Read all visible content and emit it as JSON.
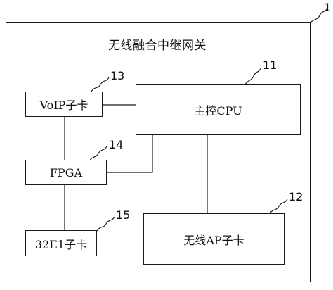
{
  "diagram": {
    "title": "无线融合中继网关",
    "ref_gateway": "1",
    "blocks": {
      "cpu": {
        "label": "主控CPU",
        "ref": "11"
      },
      "wifi": {
        "label": "无线AP子卡",
        "ref": "12"
      },
      "voip": {
        "label": "VoIP子卡",
        "ref": "13"
      },
      "fpga": {
        "label": "FPGA",
        "ref": "14"
      },
      "e1": {
        "label": "32E1子卡",
        "ref": "15"
      }
    },
    "colors": {
      "line": "#1a1a1a",
      "background": "#ffffff"
    }
  }
}
